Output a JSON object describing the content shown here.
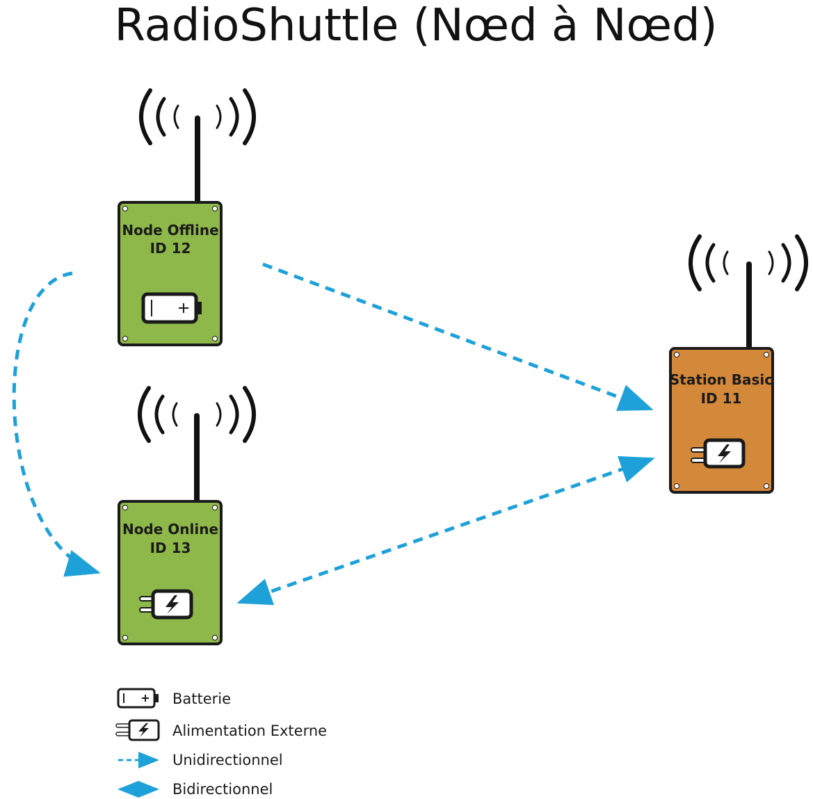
{
  "title": "RadioShuttle (Nœd à Nœd)",
  "colors": {
    "node_green": "#8fb84a",
    "station_orange": "#d4883a",
    "arrow_blue": "#1ea1d8",
    "outline": "#1a1a1a"
  },
  "nodes": {
    "offline": {
      "line1": "Node Offline",
      "line2": "ID 12",
      "power_icon": "battery-icon"
    },
    "online": {
      "line1": "Node Online",
      "line2": "ID 13",
      "power_icon": "plug-icon"
    },
    "station": {
      "line1": "Station Basic",
      "line2": "ID 11",
      "power_icon": "plug-icon"
    }
  },
  "connections": [
    {
      "from": "ID 12",
      "to": "ID 11",
      "kind": "unidirectional"
    },
    {
      "from": "ID 12",
      "to": "ID 13",
      "kind": "unidirectional"
    },
    {
      "from": "ID 13",
      "to": "ID 11",
      "kind": "bidirectional"
    }
  ],
  "legend": {
    "battery": "Batterie",
    "external": "Alimentation Externe",
    "uni": "Unidirectionnel",
    "bi": "Bidirectionnel"
  }
}
